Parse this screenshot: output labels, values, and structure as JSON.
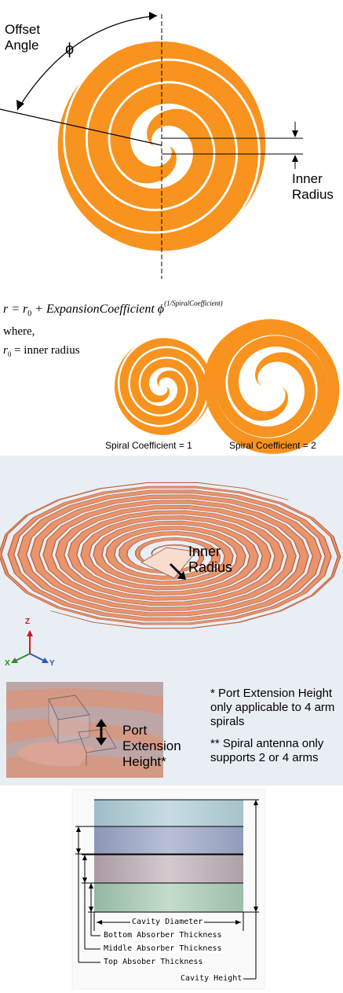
{
  "panel_top": {
    "offset_angle_label": "Offset Angle",
    "phi_symbol": "ϕ",
    "inner_radius_label": "Inner Radius",
    "equation_prefix": "r = r",
    "equation_sub": "0",
    "equation_middle": " + ExpansionCoefficient ",
    "equation_phi": "ϕ",
    "equation_exponent": "(1/SpiralCoefficient)",
    "where_text": "where,",
    "r0_def_prefix": "r",
    "r0_def_sub": "0",
    "r0_def_text": " = inner radius",
    "caption_coef1": "Spiral Coefficient = 1",
    "caption_coef2": "Spiral Coefficient = 2",
    "spiral_color": "#f7931e"
  },
  "panel_middle": {
    "inner_radius_label": "Inner Radius",
    "axis_z": "Z",
    "axis_x": "X",
    "axis_y": "Y",
    "port_extension_label": "Port Extension Height*",
    "note1": "* Port Extension Height only applicable to 4 arm spirals",
    "note2": "** Spiral antenna only supports 2 or 4 arms",
    "spiral_color": "#e8946c"
  },
  "panel_bottom": {
    "cavity_diameter": "Cavity Diameter",
    "bottom_absorber": "Bottom Absorber Thickness",
    "middle_absorber": "Middle Absorber Thickness",
    "top_absorber": "Top Absober Thickness",
    "cavity_height": "Cavity Height"
  }
}
